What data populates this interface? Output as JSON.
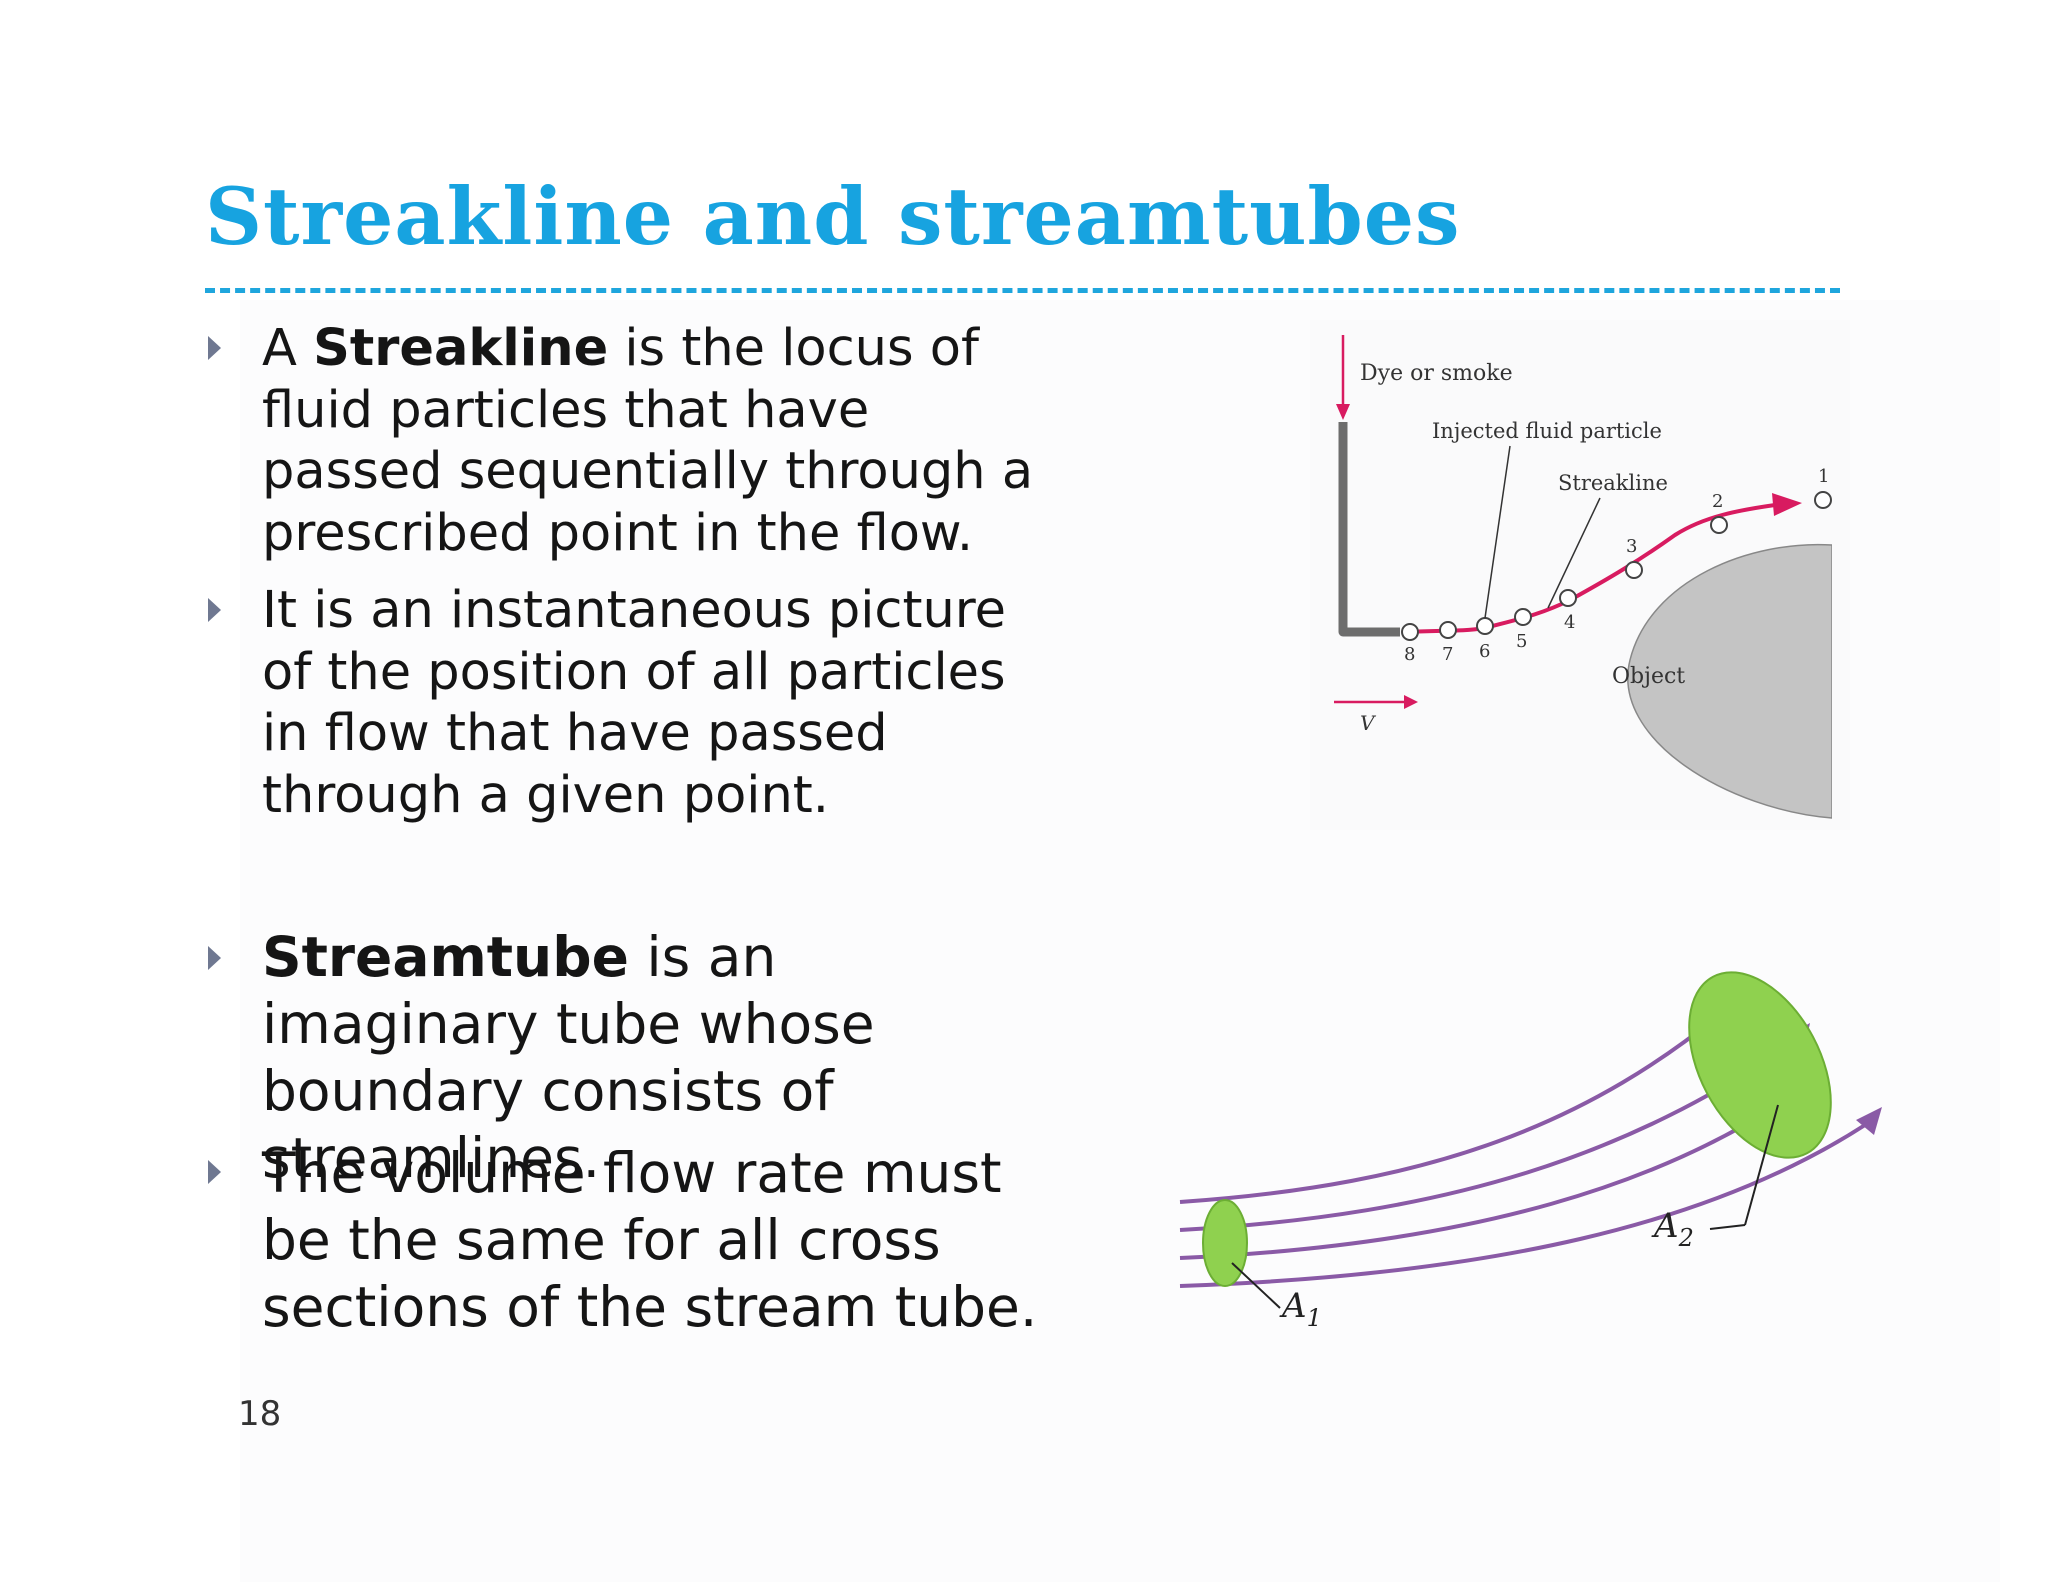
{
  "slide": {
    "title": "Streakline and streamtubes",
    "page_number": "18"
  },
  "bullets": [
    {
      "prefix": "A ",
      "bold": "Streakline",
      "rest": " is the locus of fluid particles that have passed sequentially through a prescribed point in the flow."
    },
    {
      "prefix": "",
      "bold": "",
      "rest": "It is an instantaneous picture of the position of all particles in flow that have passed through a given point."
    },
    {
      "prefix": "",
      "bold": "Streamtube",
      "rest": " is an imaginary tube whose boundary consists of streamlines."
    },
    {
      "prefix": "",
      "bold": "",
      "rest": "The volume flow rate must be the same for all cross sections of the stream tube."
    }
  ],
  "streakline_figure": {
    "dye_label": "Dye or smoke",
    "injected_label": "Injected fluid particle",
    "streakline_label": "Streakline",
    "object_label": "Object",
    "velocity_label": "V",
    "particle_numbers": [
      "1",
      "2",
      "3",
      "4",
      "5",
      "6",
      "7",
      "8"
    ],
    "colors": {
      "streak": "#d81b60",
      "object": "#c4c4c4",
      "nozzle": "#6d6d6d"
    }
  },
  "streamtube_figure": {
    "area1": "A",
    "area1_sub": "1",
    "area2": "A",
    "area2_sub": "2",
    "colors": {
      "streamline": "#8a5aa6",
      "disk": "#8fd14f"
    }
  }
}
